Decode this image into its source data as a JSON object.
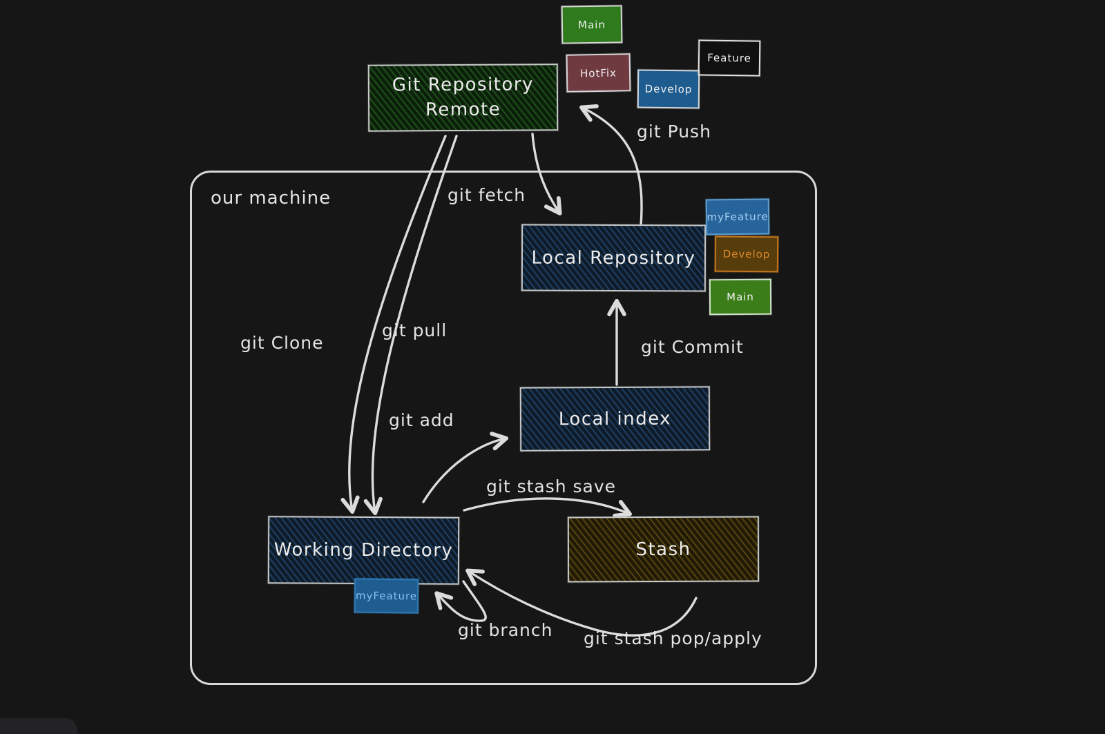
{
  "machine": {
    "label": "our machine"
  },
  "nodes": {
    "remote": {
      "line1": "Git Repository",
      "line2": "Remote"
    },
    "local_repo": {
      "label": "Local Repository"
    },
    "local_index": {
      "label": "Local index"
    },
    "working_dir": {
      "label": "Working Directory"
    },
    "stash": {
      "label": "Stash"
    }
  },
  "badges": {
    "remote": [
      {
        "label": "Main"
      },
      {
        "label": "HotFix"
      },
      {
        "label": "Develop"
      },
      {
        "label": "Feature"
      }
    ],
    "local": [
      {
        "label": "myFeature"
      },
      {
        "label": "Develop"
      },
      {
        "label": "Main"
      }
    ],
    "working": [
      {
        "label": "myFeature"
      }
    ]
  },
  "labels": {
    "fetch": "git fetch",
    "push": "git Push",
    "clone": "git Clone",
    "pull": "git pull",
    "commit": "git Commit",
    "add": "git add",
    "stash_save": "git stash save",
    "branch": "git branch",
    "stash_pop": "git stash pop/apply"
  },
  "colors": {
    "background": "#161616",
    "stroke": "#dcdcdc",
    "remote_box_fill": "#0c1f0b",
    "repo_box_fill": "#0e1b29",
    "stash_box_fill": "#211b06",
    "badge_main_green": "#2e7a1c",
    "badge_hotfix_maroon": "#6f3b41",
    "badge_develop_blue": "#1e5c8f",
    "badge_myfeature_fill": "#27649c",
    "badge_myfeature_text": "#a5d0f2",
    "badge_develop_local_fill": "#573c0c",
    "badge_develop_local_text": "#e08a28",
    "badge_main_local_fill": "#3b7d19"
  }
}
